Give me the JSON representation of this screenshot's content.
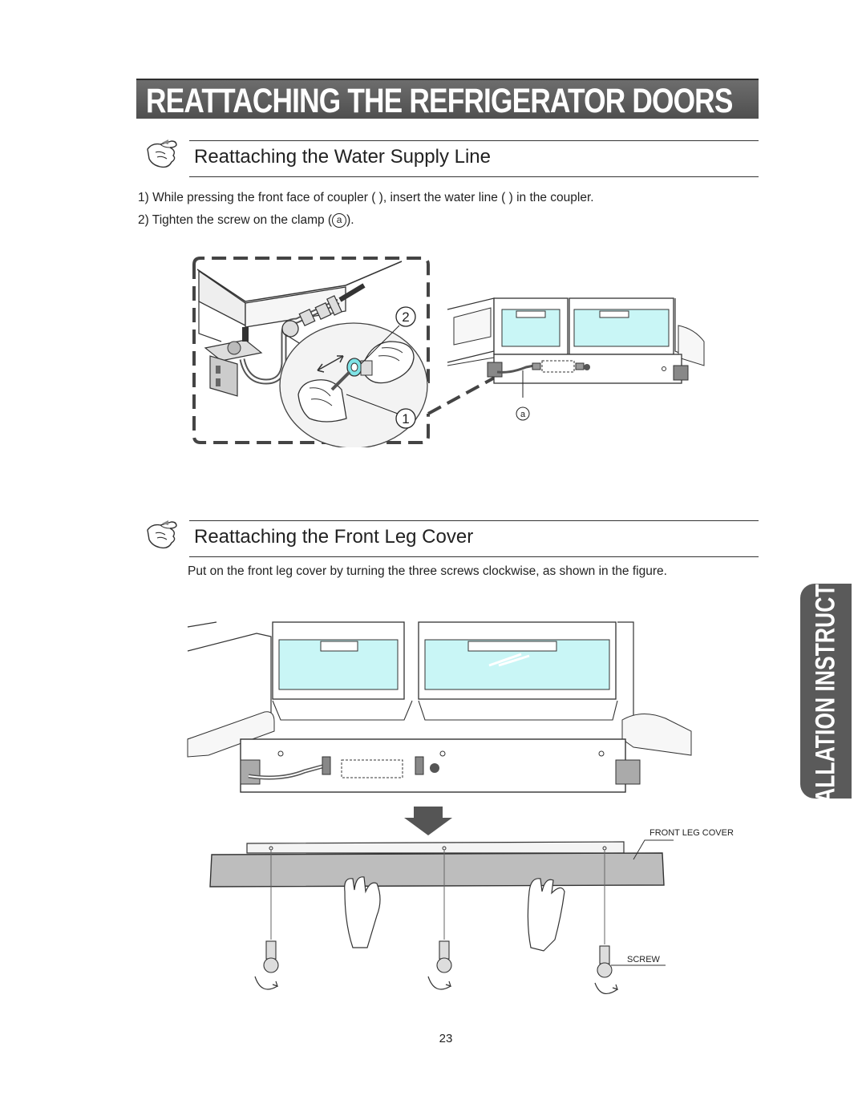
{
  "page_title": "REATTACHING THE REFRIGERATOR DOORS",
  "section1": {
    "heading": "Reattaching the Water Supply Line",
    "step1": "1) While pressing the front face of coupler (   ), insert the water line (   ) in the coupler.",
    "step2_prefix": "2) Tighten the screw on the clamp (",
    "step2_mark": "a",
    "step2_suffix": ").",
    "callout_1": "1",
    "callout_2": "2",
    "callout_a": "a"
  },
  "section2": {
    "heading": "Reattaching the Front  Leg Cover",
    "text": "Put on the front leg cover by turning the three screws clockwise, as shown in the figure.",
    "label_cover": "FRONT LEG  COVER",
    "label_screw": "SCREW"
  },
  "side_tab": "INSTALLATION INSTRUCTIONS",
  "page_number": "23",
  "colors": {
    "title_bar": "#555555",
    "tab": "#5a5a5a",
    "drawer_glass": "#c9f6f6",
    "highlight": "#7ee3e6"
  }
}
